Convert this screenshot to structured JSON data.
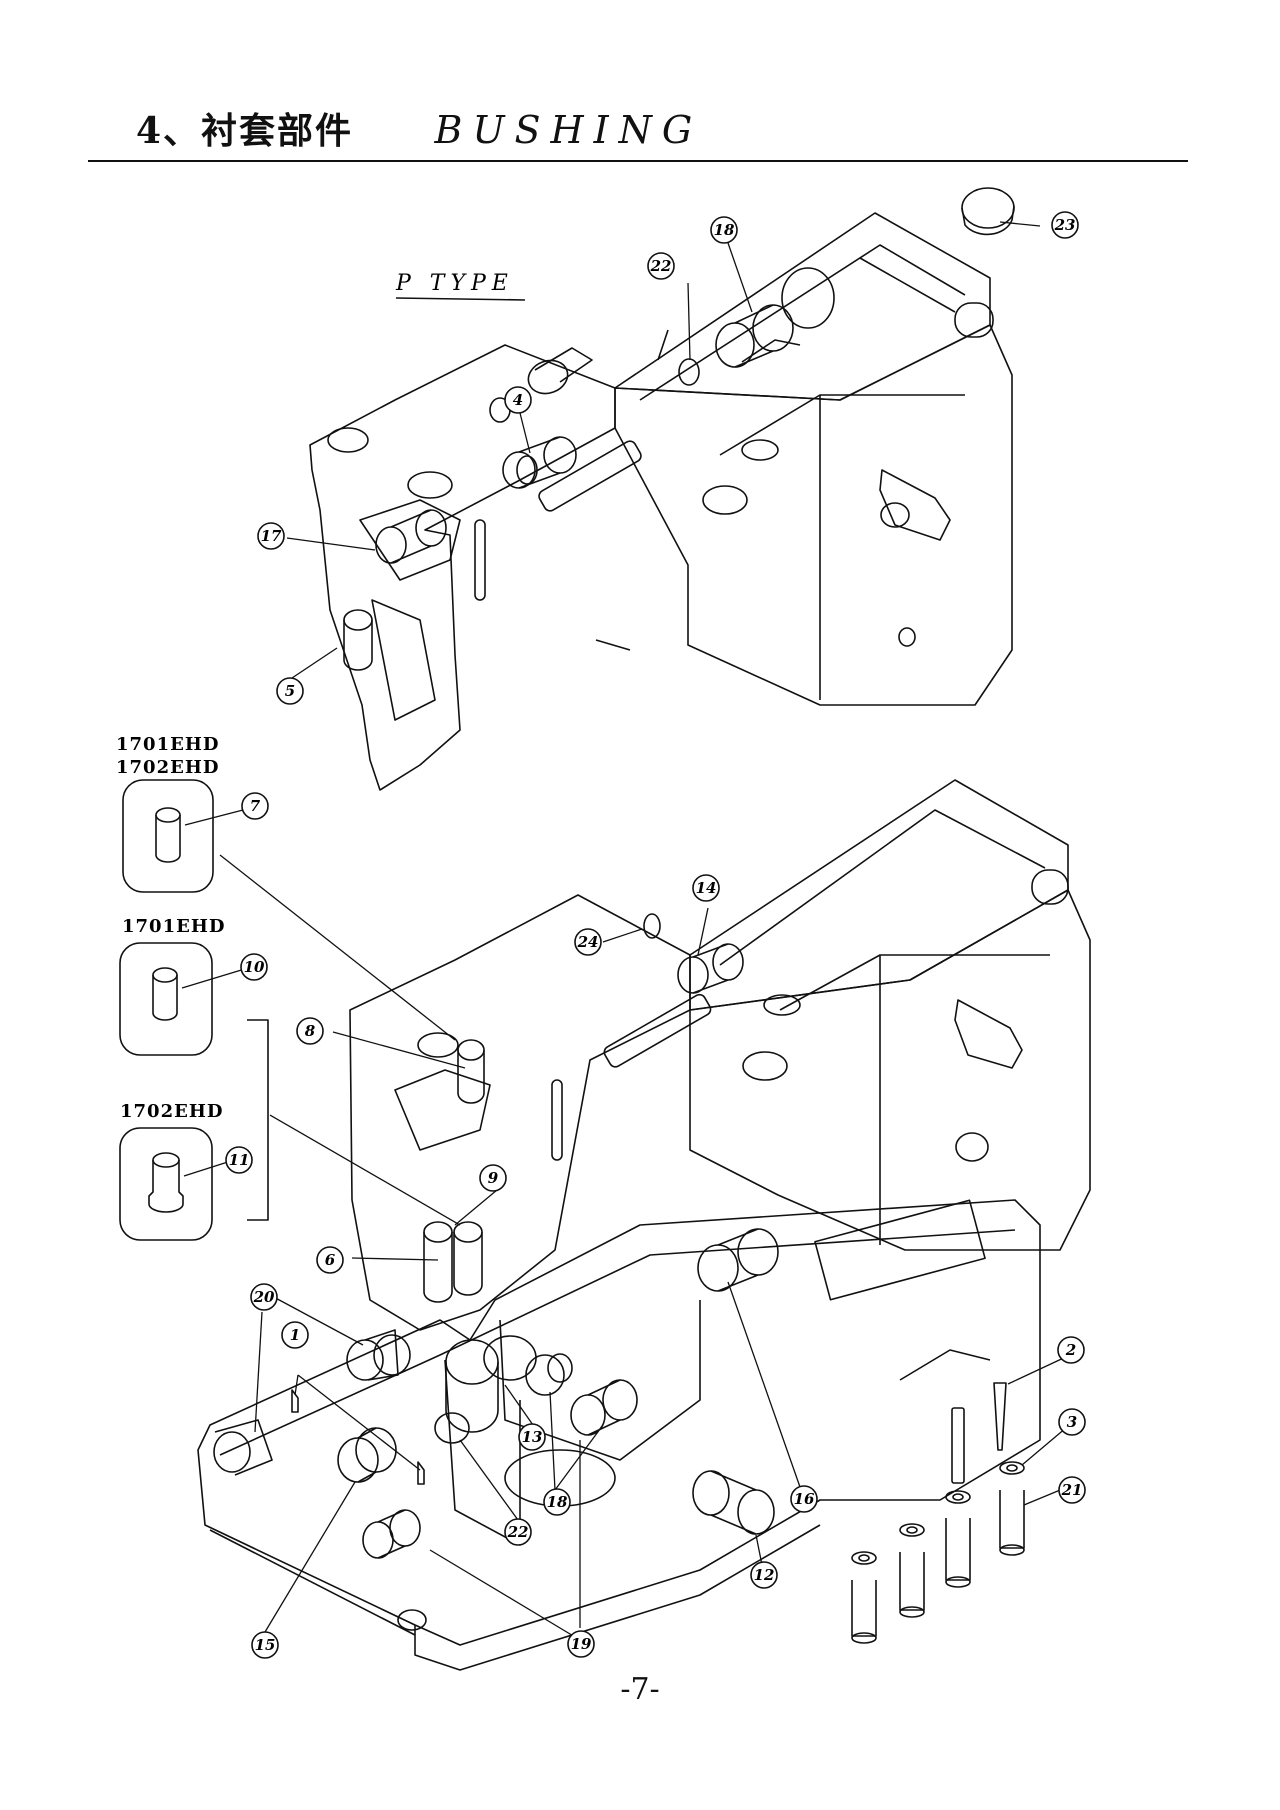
{
  "header": {
    "section_cn": "4、衬套部件",
    "section_en": "BUSHING"
  },
  "variant_label": "P TYPE",
  "model_labels": {
    "m1": "1701EHD",
    "m2": "1702EHD",
    "m3": "1701EHD",
    "m4": "1702EHD"
  },
  "callouts": [
    "23",
    "18",
    "22",
    "4",
    "17",
    "5",
    "7",
    "10",
    "11",
    "14",
    "24",
    "8",
    "9",
    "6",
    "20",
    "1",
    "2",
    "3",
    "21",
    "13",
    "22",
    "18",
    "16",
    "15",
    "19",
    "12"
  ],
  "page_number": "-7-",
  "colors": {
    "ink": "#111111",
    "paper": "#ffffff"
  }
}
